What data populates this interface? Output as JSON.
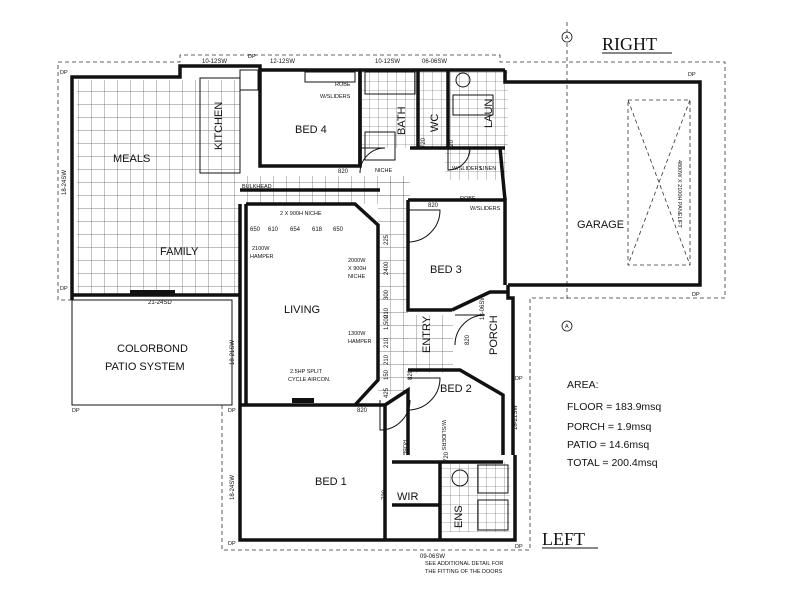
{
  "sides": {
    "top": "RIGHT",
    "bottom": "LEFT"
  },
  "section_marks": [
    "A",
    "A"
  ],
  "rooms": {
    "meals": "MEALS",
    "kitchen": "KITCHEN",
    "bed4": "BED 4",
    "bath": "BATH",
    "wc": "WC",
    "laun": "LAUN",
    "garage": "GARAGE",
    "family": "FAMILY",
    "living": "LIVING",
    "bed3": "BED 3",
    "entry": "ENTRY",
    "porch": "PORCH",
    "bed2": "BED 2",
    "bed1": "BED 1",
    "wir": "WIR",
    "ens": "ENS",
    "patio_line1": "COLORBOND",
    "patio_line2": "PATIO SYSTEM"
  },
  "notes": {
    "niche_top": "2 X 900H NICHE",
    "hamper_left_1": "2100W",
    "hamper_left_2": "HAMPER",
    "niche_right_1": "2000W",
    "niche_right_2": "X 900H",
    "niche_right_3": "NICHE",
    "hamper_right_1": "1300W",
    "hamper_right_2": "HAMPER",
    "aircon_1": "2.5HP SPLIT",
    "aircon_2": "CYCLE AIRCON.",
    "bulkhead": "BULKHEAD",
    "robe": "ROBE",
    "sliders": "W/SLIDERS",
    "linen": "LINEN",
    "niche": "NICHE",
    "garage_door": "4800W X 2100H PANELIFT",
    "detail_1": "SEE ADDITIONAL DETAIL FOR",
    "detail_2": "THE FITTING OF THE DOORS",
    "dp": "DP"
  },
  "dims": {
    "win_top_1": "10-12SW",
    "win_top_2": "12-12SW",
    "win_top_3": "10-12SW",
    "win_top_4": "06-06SW",
    "win_left": "18-24SW",
    "door_family": "21-24SD",
    "win_patio": "18-21SW",
    "win_bed1": "18-24SW",
    "win_porch": "18-06SW",
    "win_bed2": "18-21SW",
    "win_bottom": "09-06SW",
    "d820": "820",
    "d720": "720",
    "n650": "650",
    "n610": "610",
    "n654": "654",
    "n618": "618",
    "v225": "225",
    "v2400": "2400",
    "v300": "300",
    "v1500": "1,500",
    "v210": "210",
    "v150": "150",
    "v425": "425"
  },
  "areas": {
    "heading": "AREA:",
    "floor": "FLOOR = 183.9msq",
    "porch": "PORCH = 1.9msq",
    "patio": "PATIO = 14.6msq",
    "total": "TOTAL = 200.4msq"
  }
}
